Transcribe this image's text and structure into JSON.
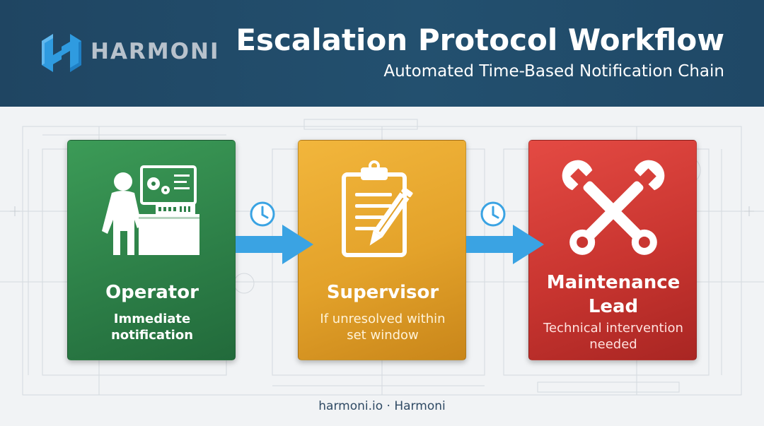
{
  "header": {
    "brand": "HARMONI",
    "title": "Escalation Protocol Workflow",
    "subtitle": "Automated Time-Based Notification Chain"
  },
  "steps": [
    {
      "title": "Operator",
      "description": "Immediate notification",
      "icon": "operator-at-control-panel-icon",
      "color": "#2d8048"
    },
    {
      "title": "Supervisor",
      "description": "If unresolved within set window",
      "icon": "clipboard-pencil-icon",
      "color": "#e3a22a"
    },
    {
      "title": "Maintenance Lead",
      "description": "Technical intervention needed",
      "icon": "crossed-wrenches-icon",
      "color": "#c93530"
    }
  ],
  "connectors": [
    {
      "icon": "clock-icon",
      "color": "#3aa3e3"
    },
    {
      "icon": "clock-icon",
      "color": "#3aa3e3"
    }
  ],
  "footer": "harmoni.io · Harmoni",
  "colors": {
    "header_bg": "#23506f",
    "logo_blue": "#2f9be0",
    "background": "#f1f3f5"
  }
}
